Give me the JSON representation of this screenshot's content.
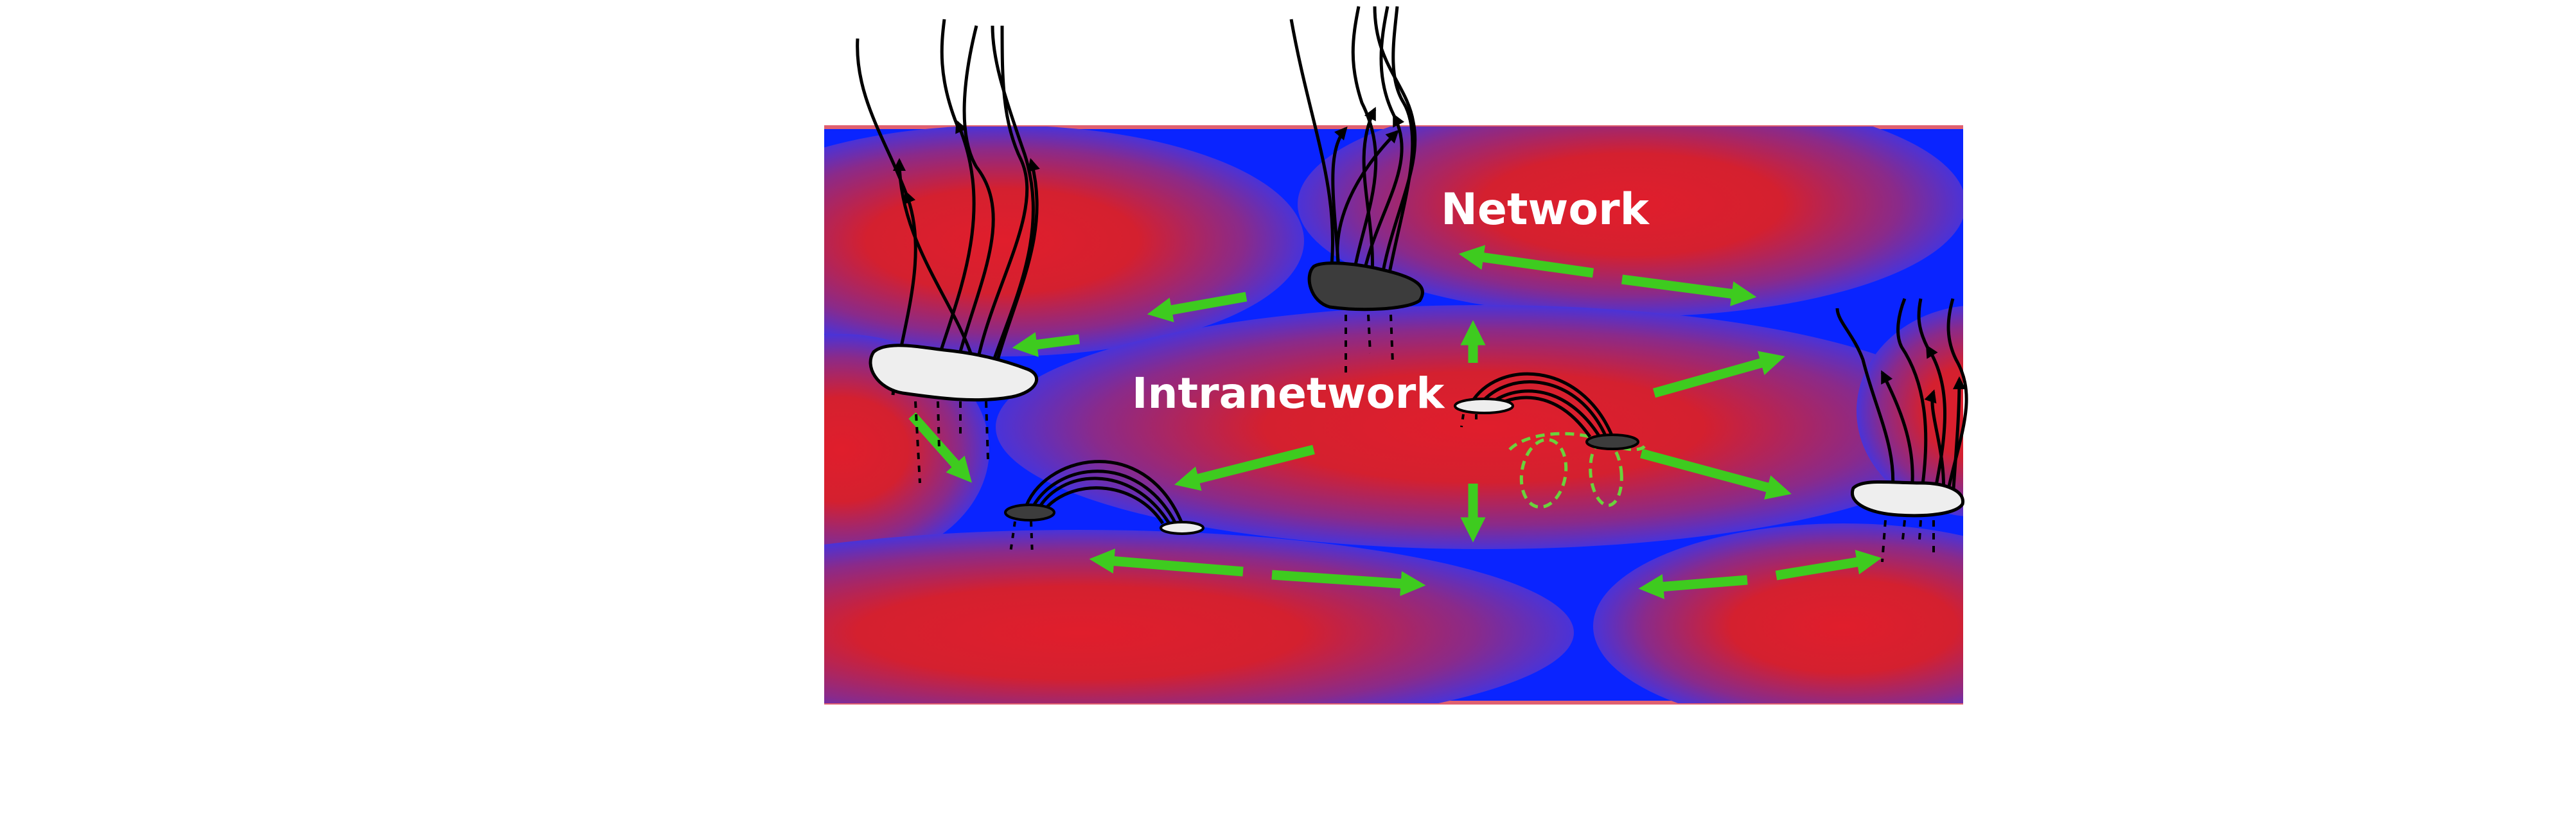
{
  "labels": {
    "network": "Network",
    "intranetwork": "Intranetwork"
  },
  "colors": {
    "background": "#ffffff",
    "network_lane": "#0a24ff",
    "cell_center": "#e01e2c",
    "cell_edge": "#6a2ec0",
    "flow_arrow": "#3ecb1f",
    "field_line": "#000000",
    "positive_patch": "#eeeeee",
    "negative_patch": "#3c3c3c"
  },
  "icons": {
    "flow": "double-headed-arrow",
    "field_line": "arrowed-curve",
    "patch": "magnetic-flux-patch",
    "loop": "dashed-loop"
  }
}
